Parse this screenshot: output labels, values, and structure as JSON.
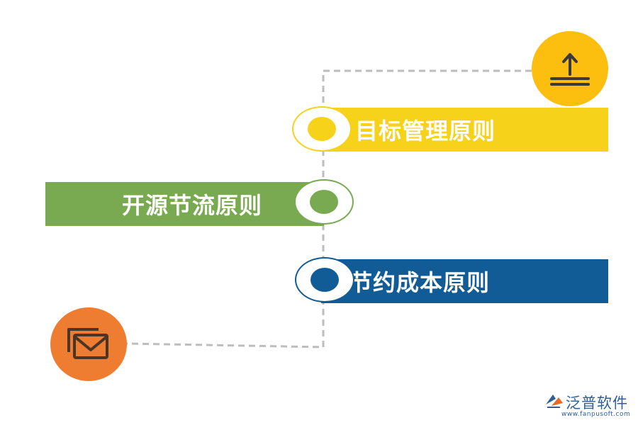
{
  "principles": [
    {
      "label": "目标管理原则",
      "color": "#F7D21B"
    },
    {
      "label": "开源节流原则",
      "color": "#79A951"
    },
    {
      "label": "节约成本原则",
      "color": "#115C97"
    }
  ],
  "icons": {
    "top": {
      "name": "upload-icon",
      "color": "#FDBF0F"
    },
    "bottom": {
      "name": "mail-icon",
      "color": "#EE7C31"
    }
  },
  "logo": {
    "name": "泛普软件",
    "url": "www.fanpusoft.com"
  }
}
